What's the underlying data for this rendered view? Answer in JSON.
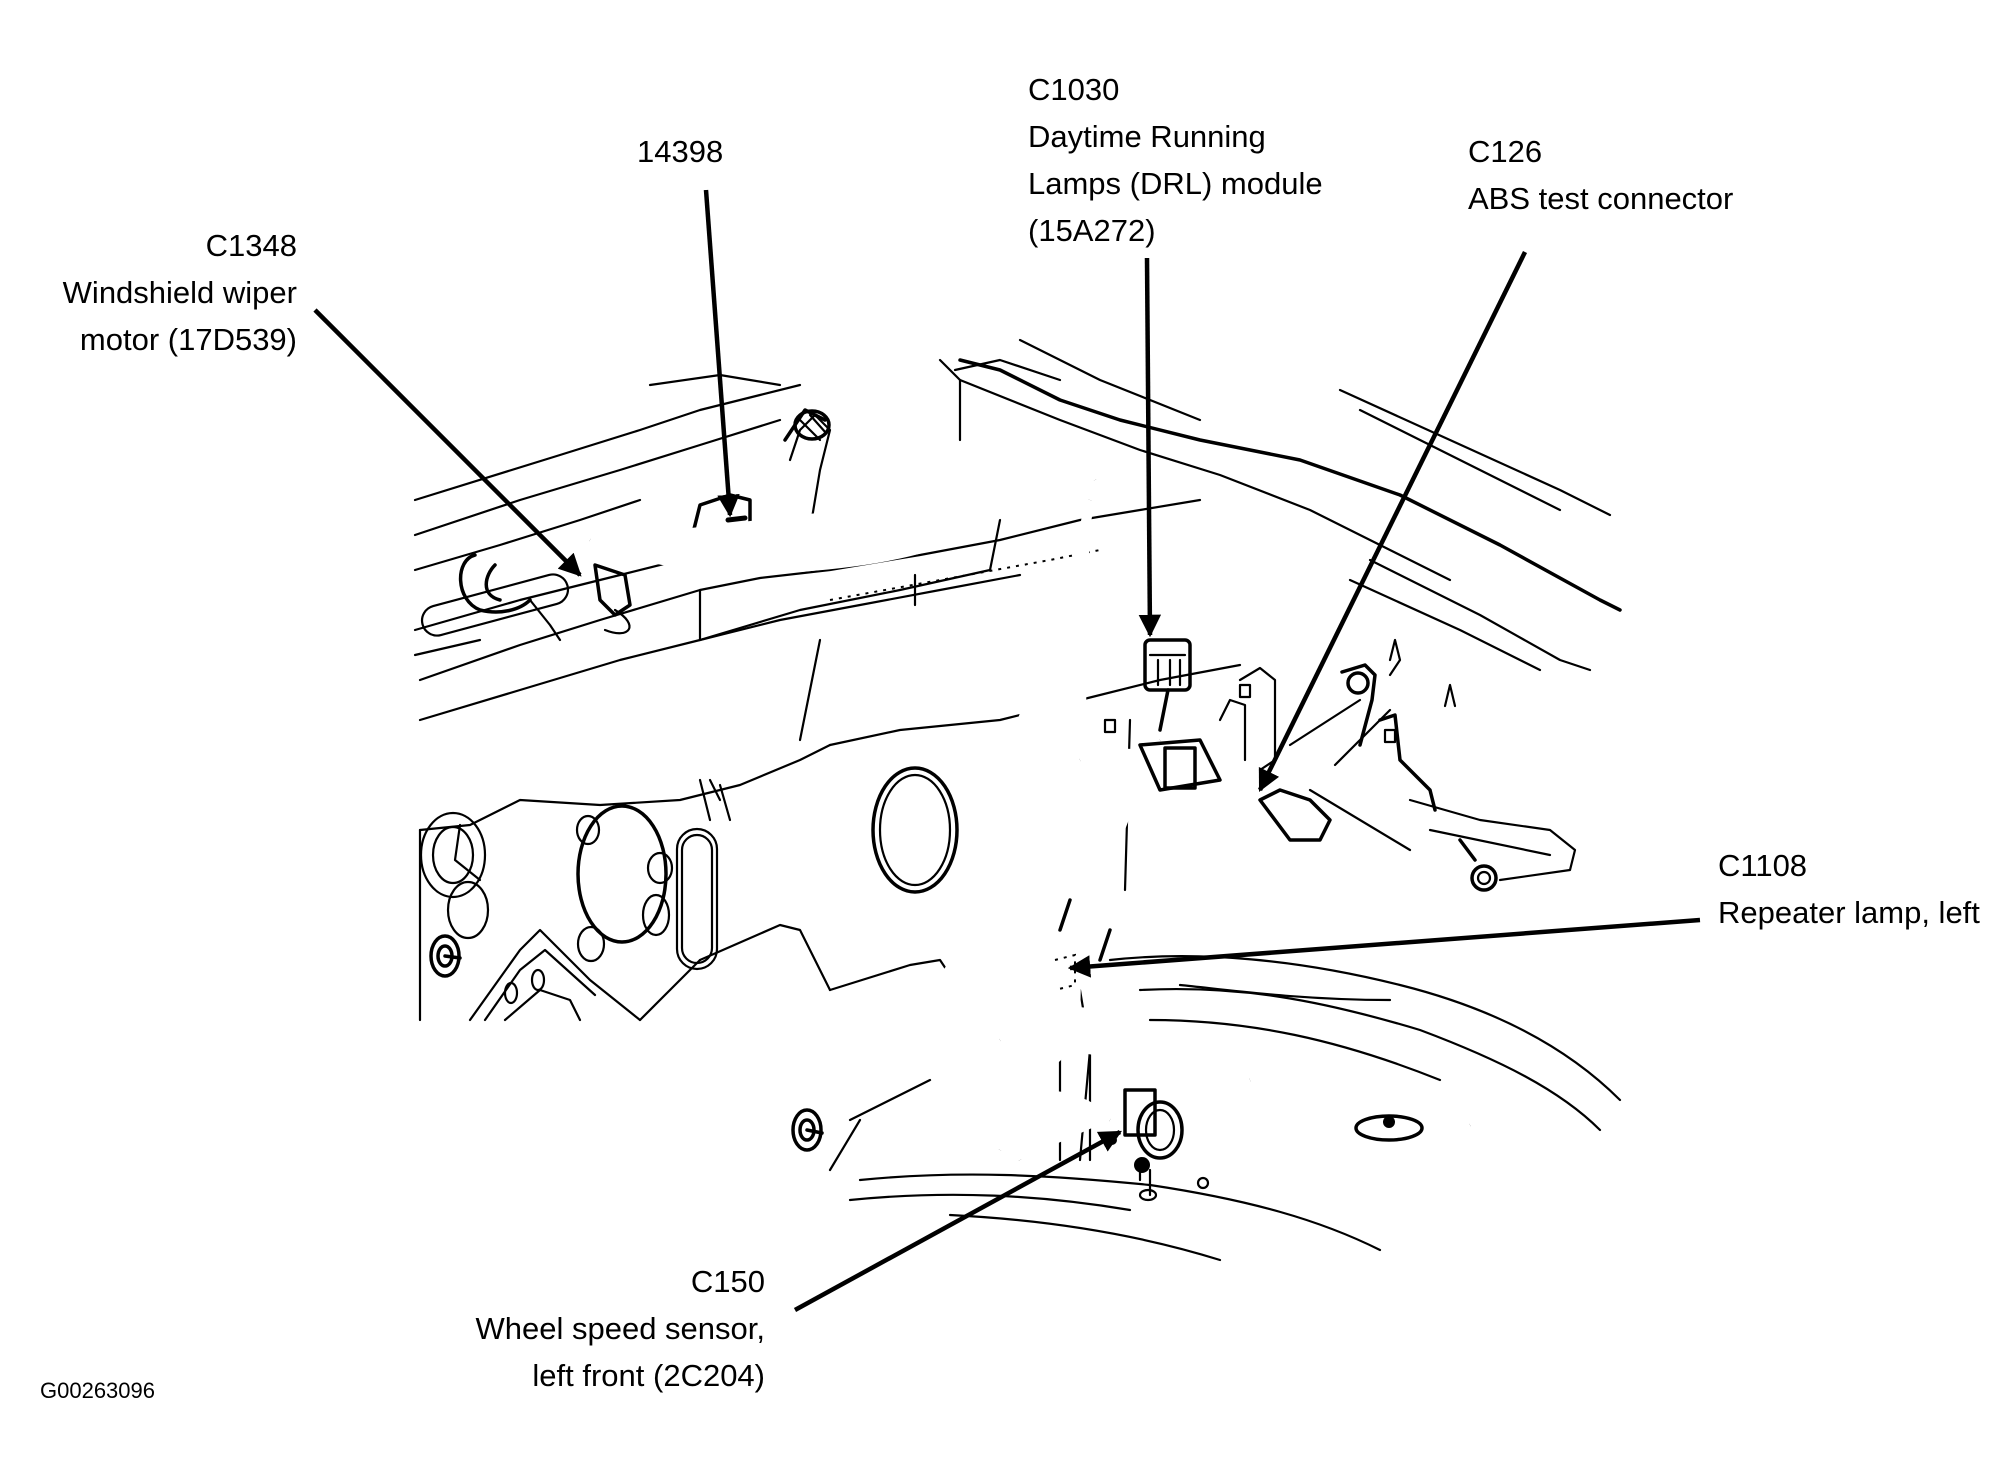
{
  "figure_id": "G00263096",
  "callouts": [
    {
      "id": "C1348",
      "lines": [
        "C1348",
        "Windshield wiper",
        "motor (17D539)"
      ]
    },
    {
      "id": "14398",
      "lines": [
        "14398"
      ]
    },
    {
      "id": "C1030",
      "lines": [
        "C1030",
        "Daytime Running",
        "Lamps (DRL) module",
        "(15A272)"
      ]
    },
    {
      "id": "C126",
      "lines": [
        "C126",
        "ABS test connector"
      ]
    },
    {
      "id": "C1108",
      "lines": [
        "C1108",
        "Repeater lamp, left"
      ]
    },
    {
      "id": "C150",
      "lines": [
        "C150",
        "Wheel speed sensor,",
        "left front (2C204)"
      ]
    }
  ],
  "colors": {
    "ink": "#000000",
    "paper": "#ffffff"
  }
}
